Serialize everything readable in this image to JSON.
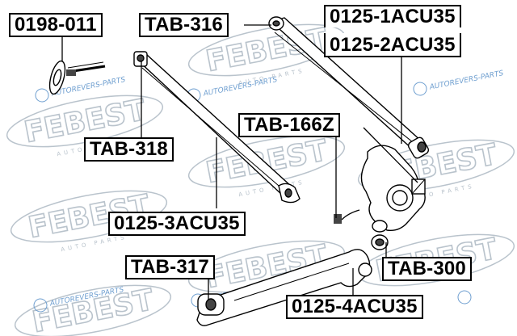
{
  "brand": {
    "watermark": "FEBEST",
    "subline": "AUTO PARTS",
    "site": "AUTOREVERS-PARTS",
    "colors": {
      "watermark": "#b9c3cc",
      "site": "#6f9fd0",
      "line": "#000000"
    }
  },
  "labels": {
    "p0198_011": "0198-011",
    "tab316": "TAB-316",
    "p0125_1acu35": "0125-1ACU35",
    "p0125_2acu35": "0125-2ACU35",
    "tab166z": "TAB-166Z",
    "tab318": "TAB-318",
    "p0125_3acu35": "0125-3ACU35",
    "tab317": "TAB-317",
    "tab300": "TAB-300",
    "p0125_4acu35": "0125-4ACU35"
  }
}
